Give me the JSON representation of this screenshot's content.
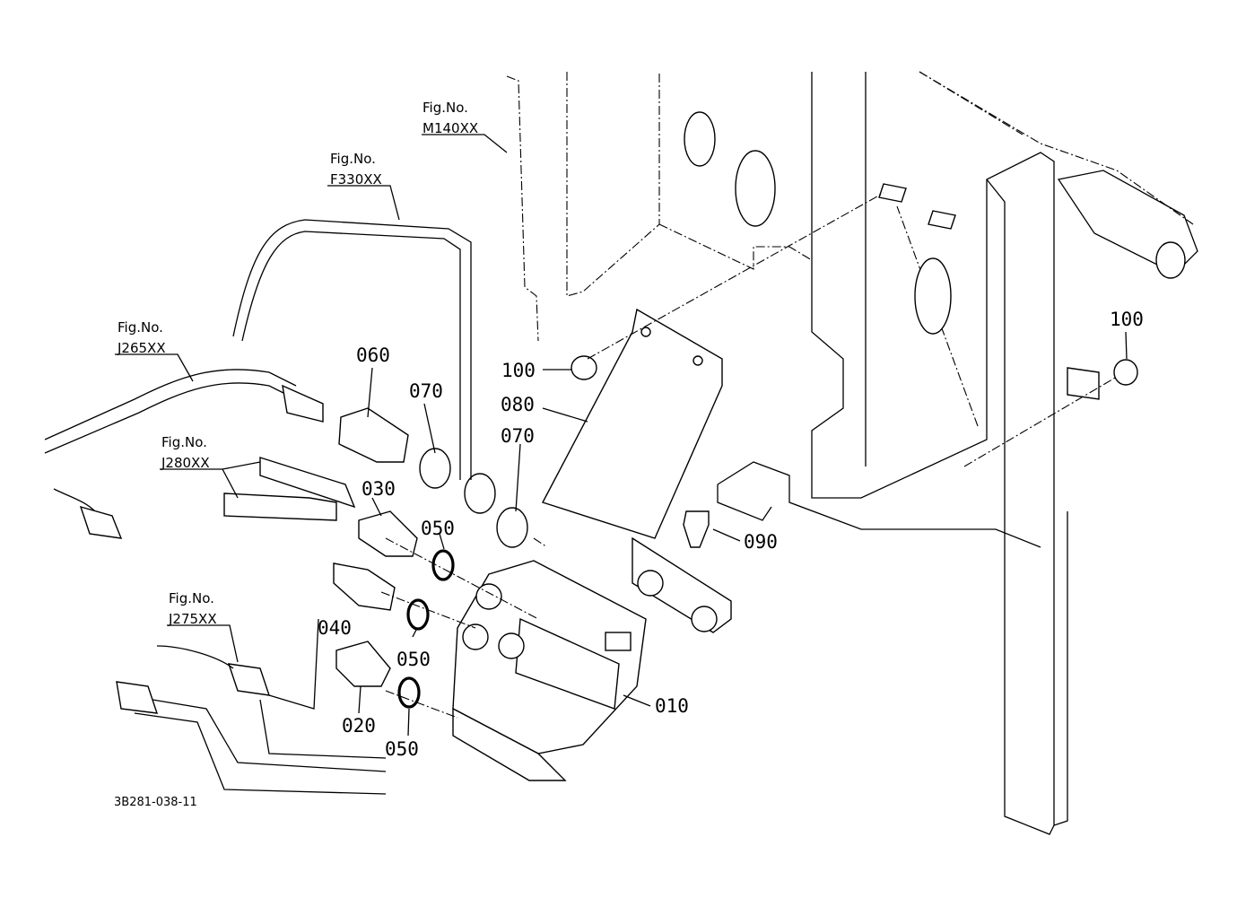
{
  "figure_refs": [
    {
      "line1": "Fig.No.",
      "line2": "M140XX"
    },
    {
      "line1": "Fig.No.",
      "line2": "F330XX"
    },
    {
      "line1": "Fig.No.",
      "line2": "J265XX"
    },
    {
      "line1": "Fig.No.",
      "line2": "J280XX"
    },
    {
      "line1": "Fig.No.",
      "line2": "J275XX"
    }
  ],
  "part_labels": {
    "p010": "010",
    "p020": "020",
    "p030": "030",
    "p040": "040",
    "p050a": "050",
    "p050b": "050",
    "p050c": "050",
    "p060": "060",
    "p070a": "070",
    "p070b": "070",
    "p080": "080",
    "p090": "090",
    "p100a": "100",
    "p100b": "100"
  },
  "diagram_code": "3B281-038-11"
}
